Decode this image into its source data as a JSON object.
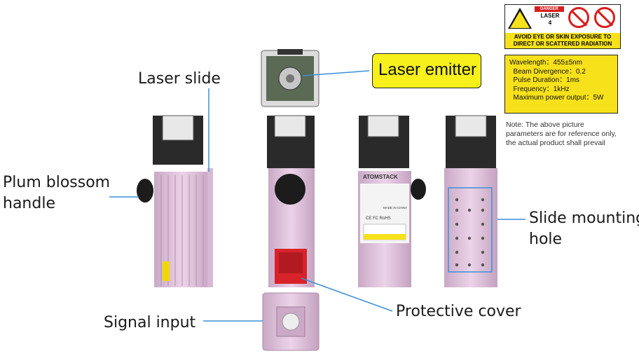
{
  "callouts": {
    "laser_slide": "Laser slide",
    "laser_emitter": "Laser emitter",
    "plum_blossom_line1": "Plum blossom",
    "plum_blossom_line2": "handle",
    "slide_mounting_line1": "Slide mounting",
    "slide_mounting_line2": "hole",
    "protective_cover": "Protective cover",
    "signal_input": "Signal input"
  },
  "danger_label": {
    "header": "DANGER",
    "class_line1": "LASER",
    "class_line2": "4",
    "warning_line1": "AVOID EYE OR SKIN EXPOSURE TO",
    "warning_line2": "DIRECT OR SCATTERED RADIATION"
  },
  "specs": [
    "Wavelength：455±5nm",
    "  Beam Divergence：0.2",
    "  Pulse Duration：1ms",
    "  Frequency：1kHz",
    "  Maximum power output：5W"
  ],
  "note": "Note: The above picture parameters are for reference only, the actual product shall prevail",
  "device_label": {
    "brand": "ATOMSTACK",
    "made_in": "MADE IN CHINA",
    "marks": "CE FC RoHS"
  },
  "colors": {
    "accent_line": "#3b8fd8",
    "callout_box": "#f7f01a",
    "module_body": "#e2c4de",
    "cover_red": "#d8232a"
  }
}
